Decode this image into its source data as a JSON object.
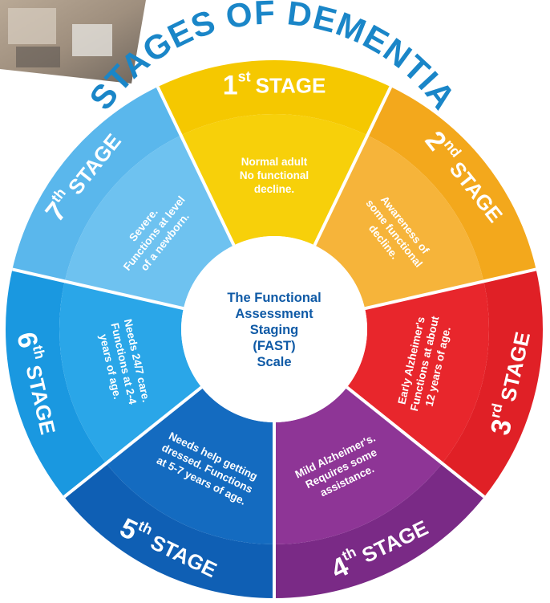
{
  "title": "STAGES OF DEMENTIA",
  "center": {
    "lines": [
      "The Functional",
      "Assessment",
      "Staging",
      "(FAST)",
      "Scale"
    ]
  },
  "stages": [
    {
      "num": "1",
      "sup": "st",
      "word": "STAGE",
      "color": "#f5c800",
      "inner_color": "#f7d00a",
      "desc": [
        "Normal adult",
        "No functional",
        "decline."
      ]
    },
    {
      "num": "2",
      "sup": "nd",
      "word": "STAGE",
      "color": "#f3a81c",
      "inner_color": "#f6b43a",
      "desc": [
        "Awareness of",
        "some functional",
        "decline."
      ]
    },
    {
      "num": "3",
      "sup": "rd",
      "word": "STAGE",
      "color": "#e02026",
      "inner_color": "#e8262c",
      "desc": [
        "Early Alzheimer's",
        "Functions at about",
        "12 years of age."
      ]
    },
    {
      "num": "4",
      "sup": "th",
      "word": "STAGE",
      "color": "#7a2a86",
      "inner_color": "#8e3596",
      "desc": [
        "Mild Alzheimer's.",
        "Requires some",
        "assistance."
      ]
    },
    {
      "num": "5",
      "sup": "th",
      "word": "STAGE",
      "color": "#0f5fb4",
      "inner_color": "#146bc0",
      "desc": [
        "Needs help getting",
        "dressed. Functions",
        "at 5-7 years of age."
      ]
    },
    {
      "num": "6",
      "sup": "th",
      "word": "STAGE",
      "color": "#1a98e0",
      "inner_color": "#2aa6e8",
      "desc": [
        "Needs 24/7 care.",
        "Functions at 2-4",
        "years of age."
      ]
    },
    {
      "num": "7",
      "sup": "th",
      "word": "STAGE",
      "color": "#5ab7ec",
      "inner_color": "#6ec2f0",
      "desc": [
        "Severe.",
        "Functions at level",
        "of a newborn."
      ]
    }
  ]
}
